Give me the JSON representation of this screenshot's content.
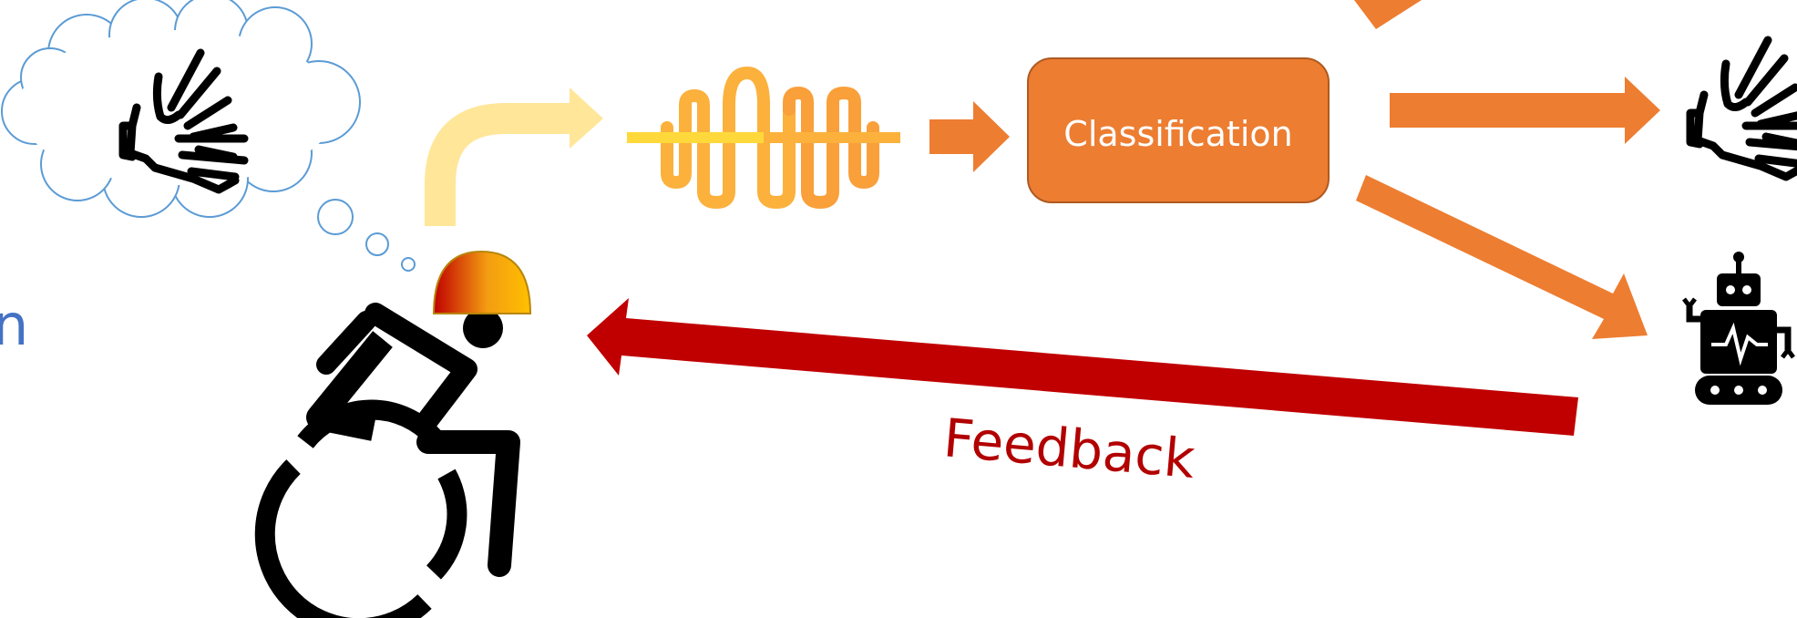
{
  "diagram": {
    "classification_label": "Classification",
    "feedback_label": "Feedback",
    "left_clipped_text": "n",
    "icons": {
      "thought_hand": "hand-sign-icon",
      "user": "wheelchair-user-icon",
      "helmet": "eeg-headset-icon",
      "signal": "brain-signal-icon",
      "output_hand": "hand-sign-icon",
      "robot": "robot-icon"
    },
    "colors": {
      "orange": "#ED7D31",
      "dark_red": "#C00000",
      "light_yellow": "#FFE699",
      "signal_yellow": "#FFD93B",
      "signal_orange": "#FBB13C",
      "thought_cloud": "#5B9BD5",
      "text_blue": "#4472C4",
      "feedback_text": "#B20000"
    }
  }
}
